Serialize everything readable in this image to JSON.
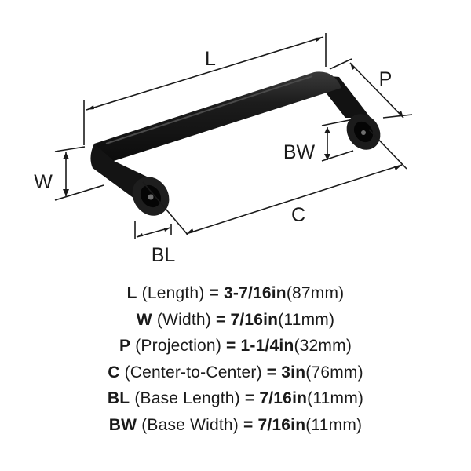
{
  "diagram": {
    "labels": {
      "L": "L",
      "P": "P",
      "W": "W",
      "BW": "BW",
      "C": "C",
      "BL": "BL"
    },
    "colors": {
      "product": "#161616",
      "ink": "#1a1a1a"
    },
    "product_icon": "bar-pull-handle"
  },
  "specs": [
    {
      "abbr": "L",
      "name": " (Length) ",
      "eq": "= ",
      "imperial": "3-7/16in",
      "metric": "(87mm)"
    },
    {
      "abbr": "W",
      "name": " (Width) ",
      "eq": "= ",
      "imperial": "7/16in",
      "metric": "(11mm)"
    },
    {
      "abbr": "P",
      "name": " (Projection) ",
      "eq": "= ",
      "imperial": "1-1/4in",
      "metric": "(32mm)"
    },
    {
      "abbr": "C",
      "name": " (Center-to-Center) ",
      "eq": "= ",
      "imperial": "3in",
      "metric": "(76mm)"
    },
    {
      "abbr": "BL",
      "name": " (Base Length) ",
      "eq": "= ",
      "imperial": "7/16in",
      "metric": "(11mm)"
    },
    {
      "abbr": "BW",
      "name": " (Base Width) ",
      "eq": "= ",
      "imperial": "7/16in",
      "metric": "(11mm)"
    }
  ]
}
